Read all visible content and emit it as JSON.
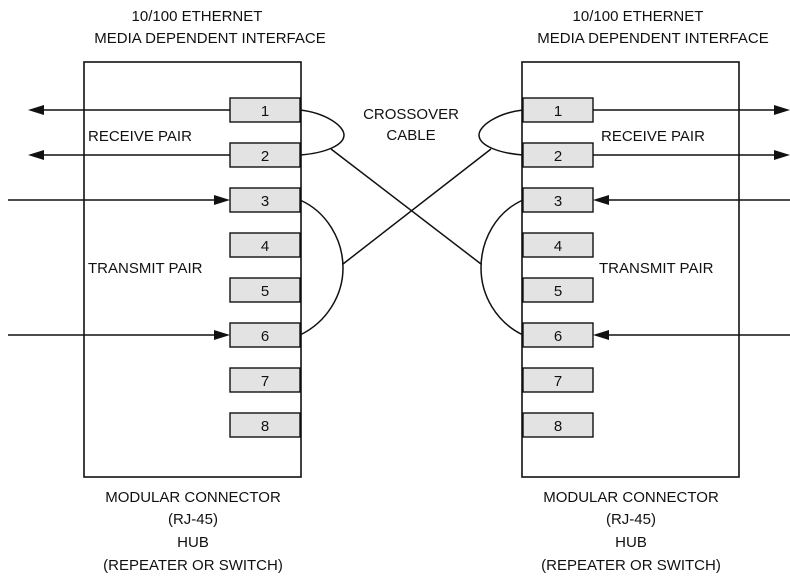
{
  "left": {
    "title_line1": "10/100 ETHERNET",
    "title_line2": "MEDIA DEPENDENT INTERFACE",
    "receive_label": "RECEIVE PAIR",
    "transmit_label": "TRANSMIT PAIR",
    "footer": [
      "MODULAR CONNECTOR",
      "(RJ-45)",
      "HUB",
      "(REPEATER OR SWITCH)"
    ]
  },
  "right": {
    "title_line1": "10/100 ETHERNET",
    "title_line2": "MEDIA DEPENDENT INTERFACE",
    "receive_label": "RECEIVE PAIR",
    "transmit_label": "TRANSMIT PAIR",
    "footer": [
      "MODULAR CONNECTOR",
      "(RJ-45)",
      "HUB",
      "(REPEATER OR SWITCH)"
    ]
  },
  "cable": {
    "label_line1": "CROSSOVER",
    "label_line2": "CABLE"
  },
  "pins": [
    "1",
    "2",
    "3",
    "4",
    "5",
    "6",
    "7",
    "8"
  ]
}
